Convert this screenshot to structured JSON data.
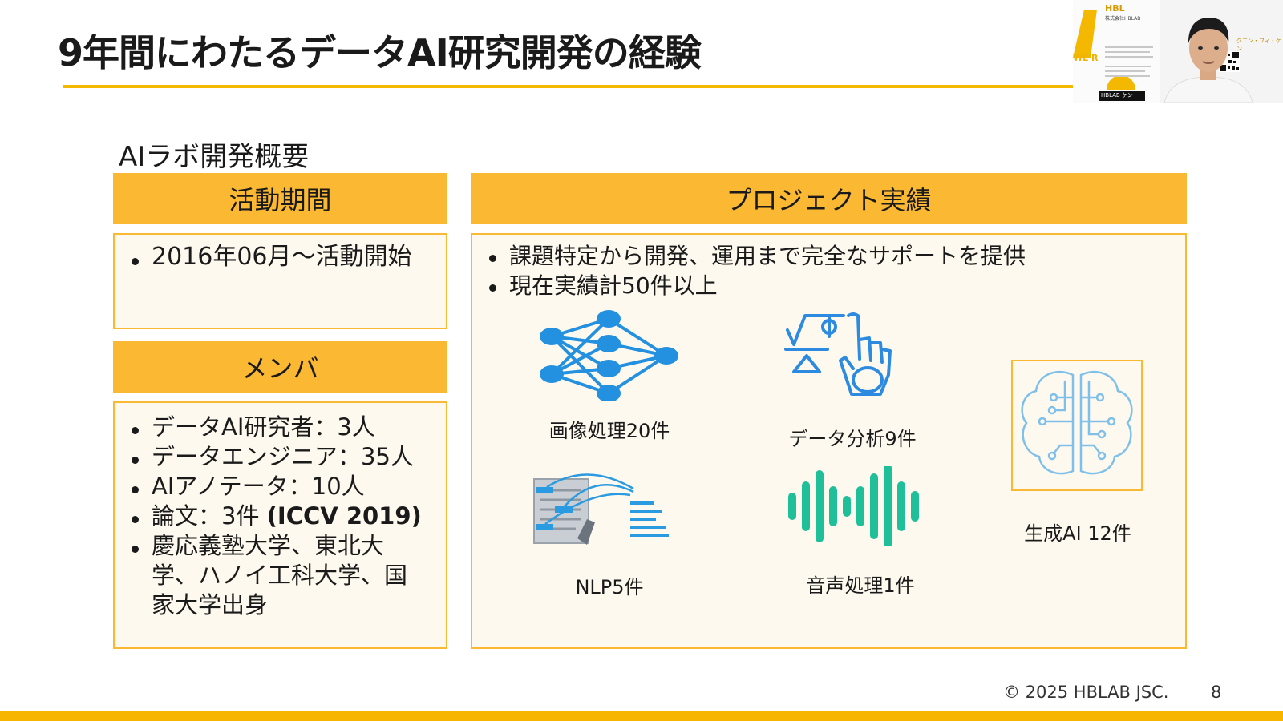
{
  "slide": {
    "title": "9年間にわたるデータAI研究開発の経験",
    "section_label": "AIラボ開発概要"
  },
  "activity": {
    "header": "活動期間",
    "items": [
      "2016年06月～活動開始"
    ]
  },
  "members": {
    "header": "メンバ",
    "items": [
      "データAI研究者：3人",
      "データエンジニア：35人",
      "AIアノテータ：10人"
    ],
    "paper_prefix": "論文：3件 ",
    "paper_highlight": "(ICCV 2019)",
    "universities_line1": "慶応義塾大学、東北大",
    "universities_line2": "学、ハノイ工科大学、国",
    "universities_line3": "家大学出身"
  },
  "projects": {
    "header": "プロジェクト実績",
    "items": [
      "課題特定から開発、運用まで完全なサポートを提供",
      "現在実績計50件以上"
    ],
    "categories": [
      {
        "label": "画像処理20件",
        "icon": "neural-network-icon",
        "color": "#2390e0"
      },
      {
        "label": "データ分析9件",
        "icon": "math-hand-icon",
        "color": "#2c8be0"
      },
      {
        "label": "生成AI 12件",
        "icon": "brain-circuit-icon",
        "color": "#7fc0ea"
      },
      {
        "label": "NLP5件",
        "icon": "document-nlp-icon",
        "color": "#2a9be0"
      },
      {
        "label": "音声処理1件",
        "icon": "sound-wave-icon",
        "color": "#1fbf9a"
      }
    ]
  },
  "footer": {
    "copyright": "© 2025 HBLAB JSC.",
    "page_number": "8"
  },
  "webcam": {
    "brand": "HBL",
    "company": "株式会社HBLAB",
    "tagline": "WE'R",
    "name_tag": "HBLAB ケン",
    "side_text": "グエン・フィ・ケン"
  },
  "colors": {
    "accent": "#fbb832",
    "panel_bg": "#fef9ef",
    "title_rule": "#f5b800"
  }
}
